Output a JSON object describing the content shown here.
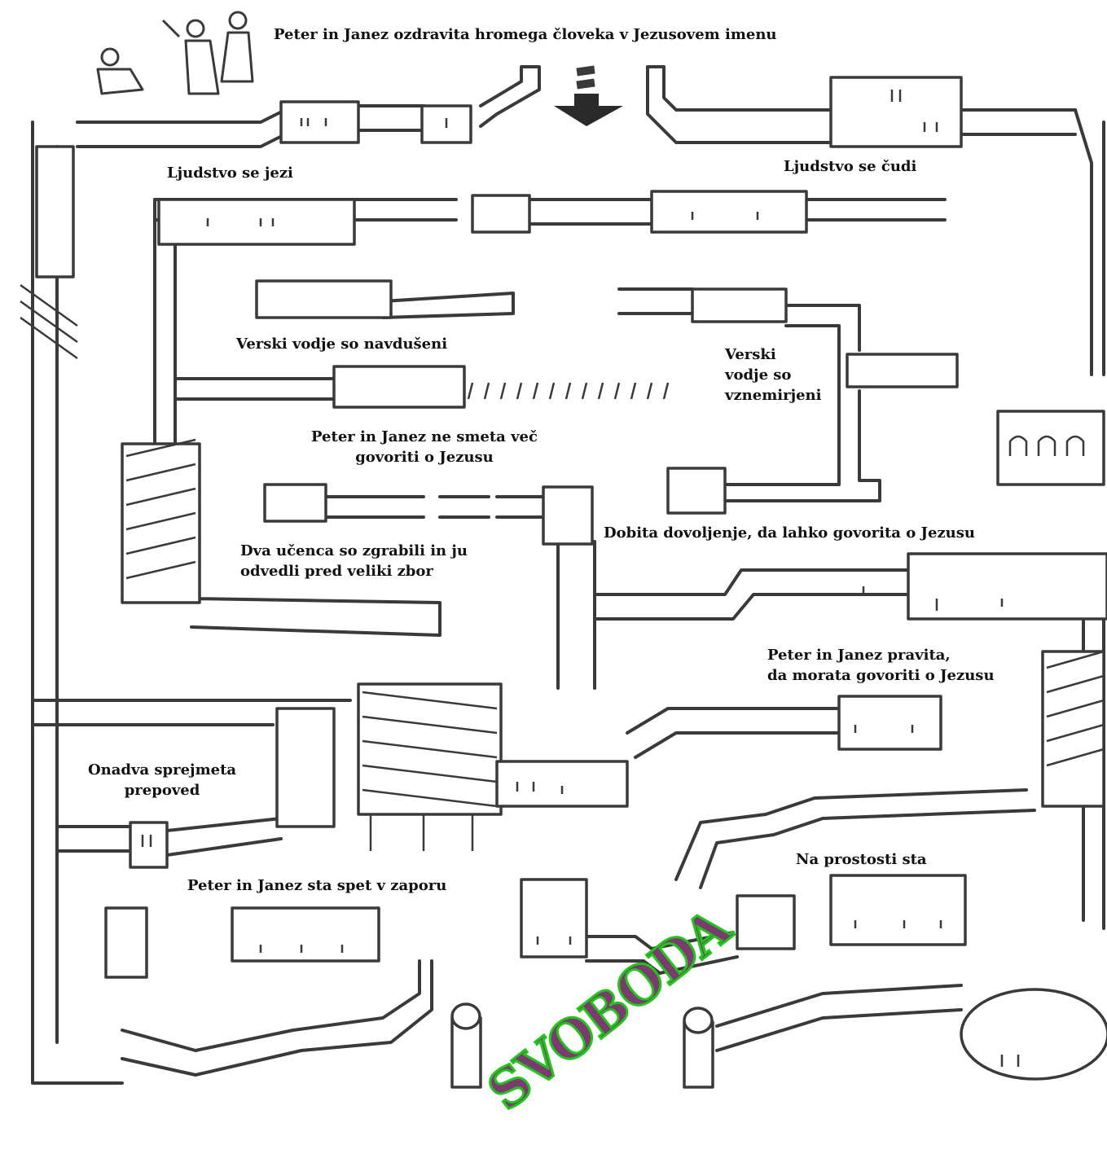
{
  "labels": {
    "start": "Peter in Janez ozdravita hromega človeka v Jezusovem imenu",
    "people_shocked": "Ljudstvo se jezi",
    "people_amazed": "Ljudstvo se čudi",
    "leaders_thrilled": "Verski vodje so navdušeni",
    "leaders_upset": "Verski\nvodje so\nvznemirjeni",
    "no_longer_bothered": "Peter in Janez ne smeta več\ngovoriti o Jezusu",
    "permission": "Dobita dovoljenje, da lahko govorita o Jezusu",
    "seized": "Dva učenca so zgrabili in ju\nodvedli pred veliki zbor",
    "must_speak": "Peter in Janez pravita,\nda morata govoriti o Jezusu",
    "accept_ban": "Onadva sprejmeta\nprepoved",
    "free": "Na prostosti sta",
    "jail_again": "Peter in Janez sta spet v zaporu"
  },
  "goal_text": "SVOBODA",
  "colors": {
    "line": "#3a3a3a",
    "goal_fill": "#7a3b6e",
    "goal_outline": "#23c41c"
  },
  "icons": {
    "start_arrow": "down-arrow-icon"
  }
}
